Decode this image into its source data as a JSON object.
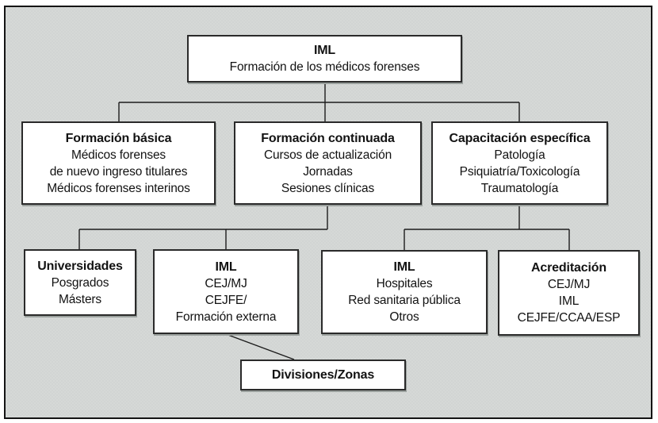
{
  "colors": {
    "canvas_background": "#d4d6d4",
    "frame_border": "#141414",
    "box_background": "#ffffff",
    "box_border": "#2a2a2a",
    "connector_line": "#1c1c1c",
    "text": "#121212"
  },
  "nodes": [
    {
      "id": "root",
      "title": "IML",
      "lines": [
        "Formación de los médicos forenses"
      ]
    },
    {
      "id": "formacion-basica",
      "title": "Formación básica",
      "lines": [
        "Médicos forenses",
        "de nuevo ingreso titulares",
        "Médicos forenses interinos"
      ]
    },
    {
      "id": "formacion-continuada",
      "title": "Formación continuada",
      "lines": [
        "Cursos de actualización",
        "Jornadas",
        "Sesiones clínicas"
      ]
    },
    {
      "id": "capacitacion-especifica",
      "title": "Capacitación específica",
      "lines": [
        "Patología",
        "Psiquiatría/Toxicología",
        "Traumatología"
      ]
    },
    {
      "id": "universidades",
      "title": "Universidades",
      "lines": [
        "Posgrados",
        "Másters"
      ]
    },
    {
      "id": "iml-cej",
      "title": "IML",
      "lines": [
        "CEJ/MJ",
        "CEJFE/",
        "Formación externa"
      ]
    },
    {
      "id": "iml-hospitales",
      "title": "IML",
      "lines": [
        "Hospitales",
        "Red sanitaria pública",
        "Otros"
      ]
    },
    {
      "id": "acreditacion",
      "title": "Acreditación",
      "lines": [
        "CEJ/MJ",
        "IML",
        "CEJFE/CCAA/ESP"
      ]
    },
    {
      "id": "divisiones-zonas",
      "title": "Divisiones/Zonas",
      "lines": []
    }
  ]
}
